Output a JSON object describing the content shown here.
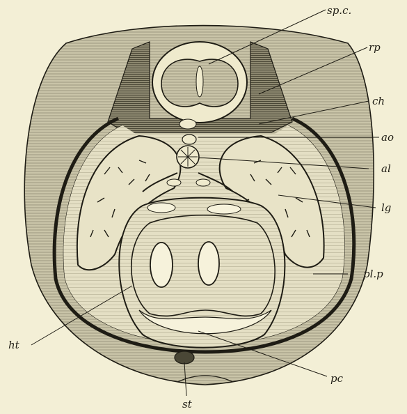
{
  "figure": {
    "background": "#f3efd6",
    "ink": "#1e1c14",
    "tissue_dark": "#b4b09a",
    "tissue_light": "#e4dfc4"
  },
  "labels": {
    "sp_c": "sp.c.",
    "rp": "rp",
    "ch": "ch",
    "ao": "ao",
    "al": "al",
    "lg": "lg",
    "pl_p": "pl.p",
    "ht": "ht",
    "pc": "pc",
    "st": "st"
  }
}
